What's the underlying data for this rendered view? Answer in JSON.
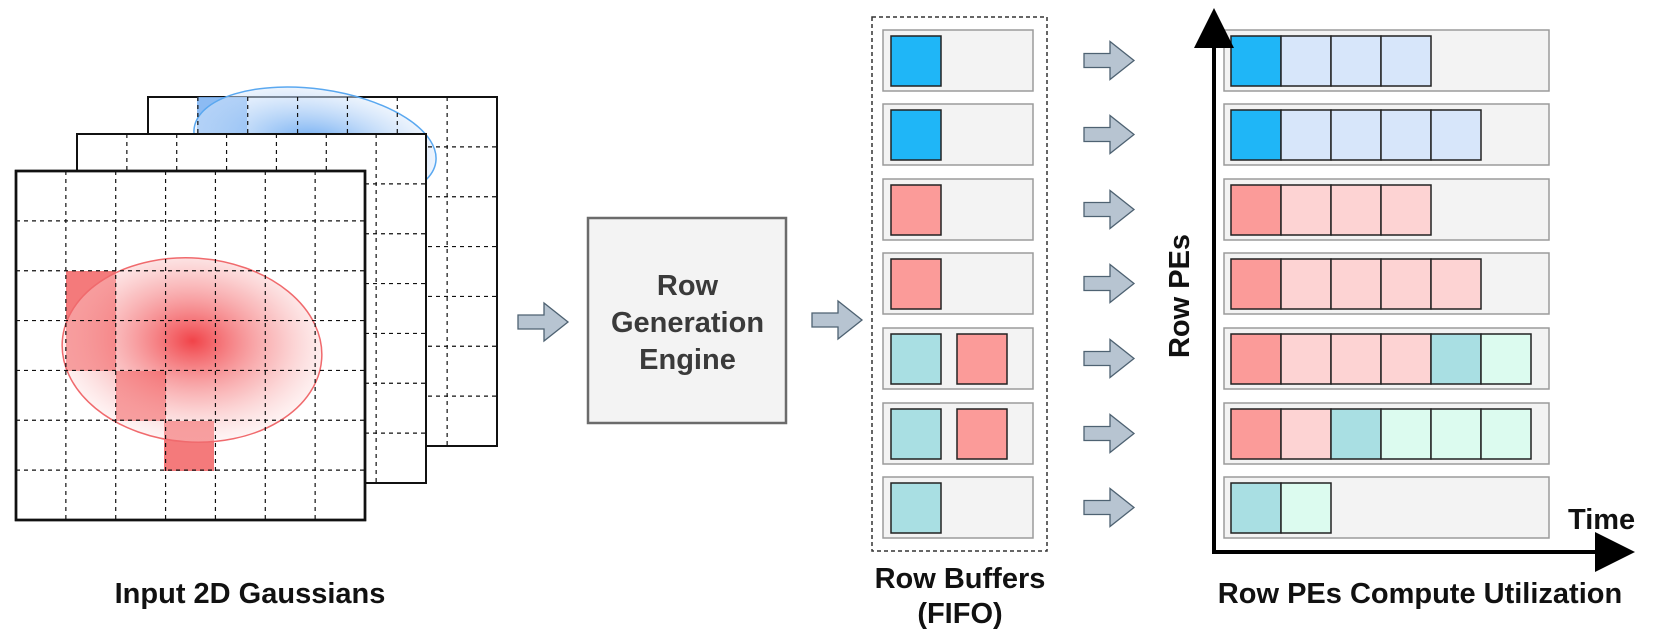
{
  "captions": {
    "input_gaussians": "Input 2D Gaussians",
    "engine_line1": "Row",
    "engine_line2": "Generation",
    "engine_line3": "Engine",
    "buffers_line1": "Row Buffers",
    "buffers_line2": "(FIFO)",
    "utilization": "Row PEs Compute Utilization",
    "y_axis": "Row PEs",
    "x_axis": "Time"
  },
  "colors": {
    "blue_strong": "#1fb6f7",
    "blue_light": "#d7e6fa",
    "red_strong": "#fb9b99",
    "red_light": "#fdd3d3",
    "teal_strong": "#a9dfe3",
    "teal_light": "#dcfbef",
    "arrow_fill": "#b7c4d1",
    "box_fill": "#f3f3f3",
    "box_border": "#9b9b9b"
  },
  "row_buffers": [
    [
      "blue"
    ],
    [
      "blue"
    ],
    [
      "red"
    ],
    [
      "red"
    ],
    [
      "teal",
      "red"
    ],
    [
      "teal",
      "red"
    ],
    [
      "teal"
    ]
  ],
  "pe_utilization": [
    [
      "blue_strong",
      "blue_light",
      "blue_light",
      "blue_light"
    ],
    [
      "blue_strong",
      "blue_light",
      "blue_light",
      "blue_light",
      "blue_light"
    ],
    [
      "red_strong",
      "red_light",
      "red_light",
      "red_light"
    ],
    [
      "red_strong",
      "red_light",
      "red_light",
      "red_light",
      "red_light"
    ],
    [
      "red_strong",
      "red_light",
      "red_light",
      "red_light",
      "teal_strong",
      "teal_light"
    ],
    [
      "red_strong",
      "red_light",
      "teal_strong",
      "teal_light",
      "teal_light",
      "teal_light"
    ],
    [
      "teal_strong",
      "teal_light"
    ]
  ]
}
